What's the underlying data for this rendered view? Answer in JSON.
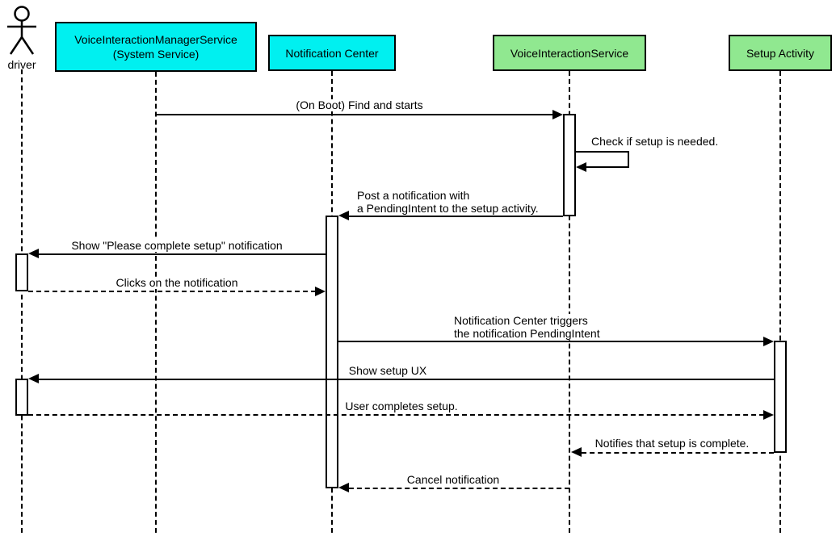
{
  "participants": {
    "actor": {
      "label": "driver"
    },
    "vims": {
      "line1": "VoiceInteractionManagerService",
      "line2": "(System Service)",
      "color": "#00F0F0"
    },
    "nc": {
      "label": "Notification Center",
      "color": "#00F0F0"
    },
    "vis": {
      "label": "VoiceInteractionService",
      "color": "#90E890"
    },
    "sa": {
      "label": "Setup Activity",
      "color": "#90E890"
    }
  },
  "messages": [
    {
      "label": "(On Boot) Find and starts",
      "from": "VoiceInteractionManagerService (System Service)",
      "to": "VoiceInteractionService",
      "arrow": "solid"
    },
    {
      "label": "Check if setup is needed.",
      "from": "VoiceInteractionService",
      "to": "VoiceInteractionService",
      "arrow": "solid-self"
    },
    {
      "line1": "Post a notification with",
      "line2": "a PendingIntent to the setup activity.",
      "from": "VoiceInteractionService",
      "to": "Notification Center",
      "arrow": "solid"
    },
    {
      "label": "Show \"Please complete setup\" notification",
      "from": "Notification Center",
      "to": "driver",
      "arrow": "solid"
    },
    {
      "label": "Clicks on the notification",
      "from": "driver",
      "to": "Notification Center",
      "arrow": "dashed"
    },
    {
      "line1": "Notification Center triggers",
      "line2": "the notification PendingIntent",
      "from": "Notification Center",
      "to": "Setup Activity",
      "arrow": "solid"
    },
    {
      "label": "Show setup UX",
      "from": "Setup Activity",
      "to": "driver",
      "arrow": "solid"
    },
    {
      "label": "User completes setup.",
      "from": "driver",
      "to": "Setup Activity",
      "arrow": "dashed"
    },
    {
      "label": "Notifies that setup is complete.",
      "from": "Setup Activity",
      "to": "VoiceInteractionService",
      "arrow": "dashed"
    },
    {
      "label": "Cancel notification",
      "from": "VoiceInteractionService",
      "to": "Notification Center",
      "arrow": "dashed"
    }
  ],
  "colors": {
    "participant_cyan": "#00F0F0",
    "participant_green": "#90E890",
    "line": "#000000",
    "background": "#FFFFFF"
  }
}
